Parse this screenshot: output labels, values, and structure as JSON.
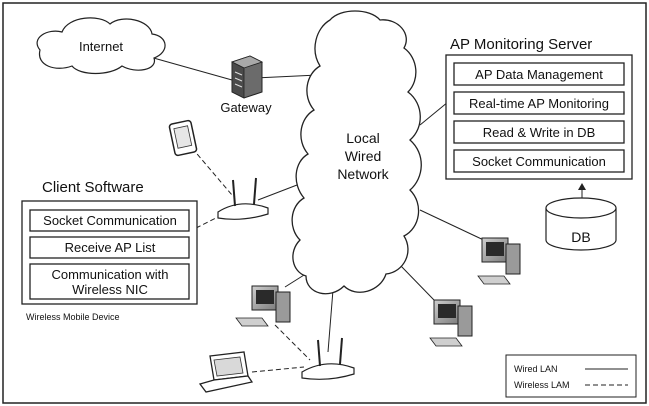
{
  "cloud_labels": {
    "internet": "Internet",
    "network_line1": "Local",
    "network_line2": "Wired",
    "network_line3": "Network"
  },
  "gateway_label": "Gateway",
  "server": {
    "title": "AP Monitoring Server",
    "modules": [
      "AP Data Management",
      "Real-time AP Monitoring",
      "Read & Write in DB",
      "Socket Communication"
    ],
    "db_label": "DB"
  },
  "client": {
    "title": "Client Software",
    "modules": [
      "Socket Communication",
      "Receive AP List"
    ],
    "nic_line1": "Communication with",
    "nic_line2": "Wireless NIC",
    "caption": "Wireless Mobile Device"
  },
  "legend": {
    "wired": "Wired LAN",
    "wireless": "Wireless LAM"
  }
}
